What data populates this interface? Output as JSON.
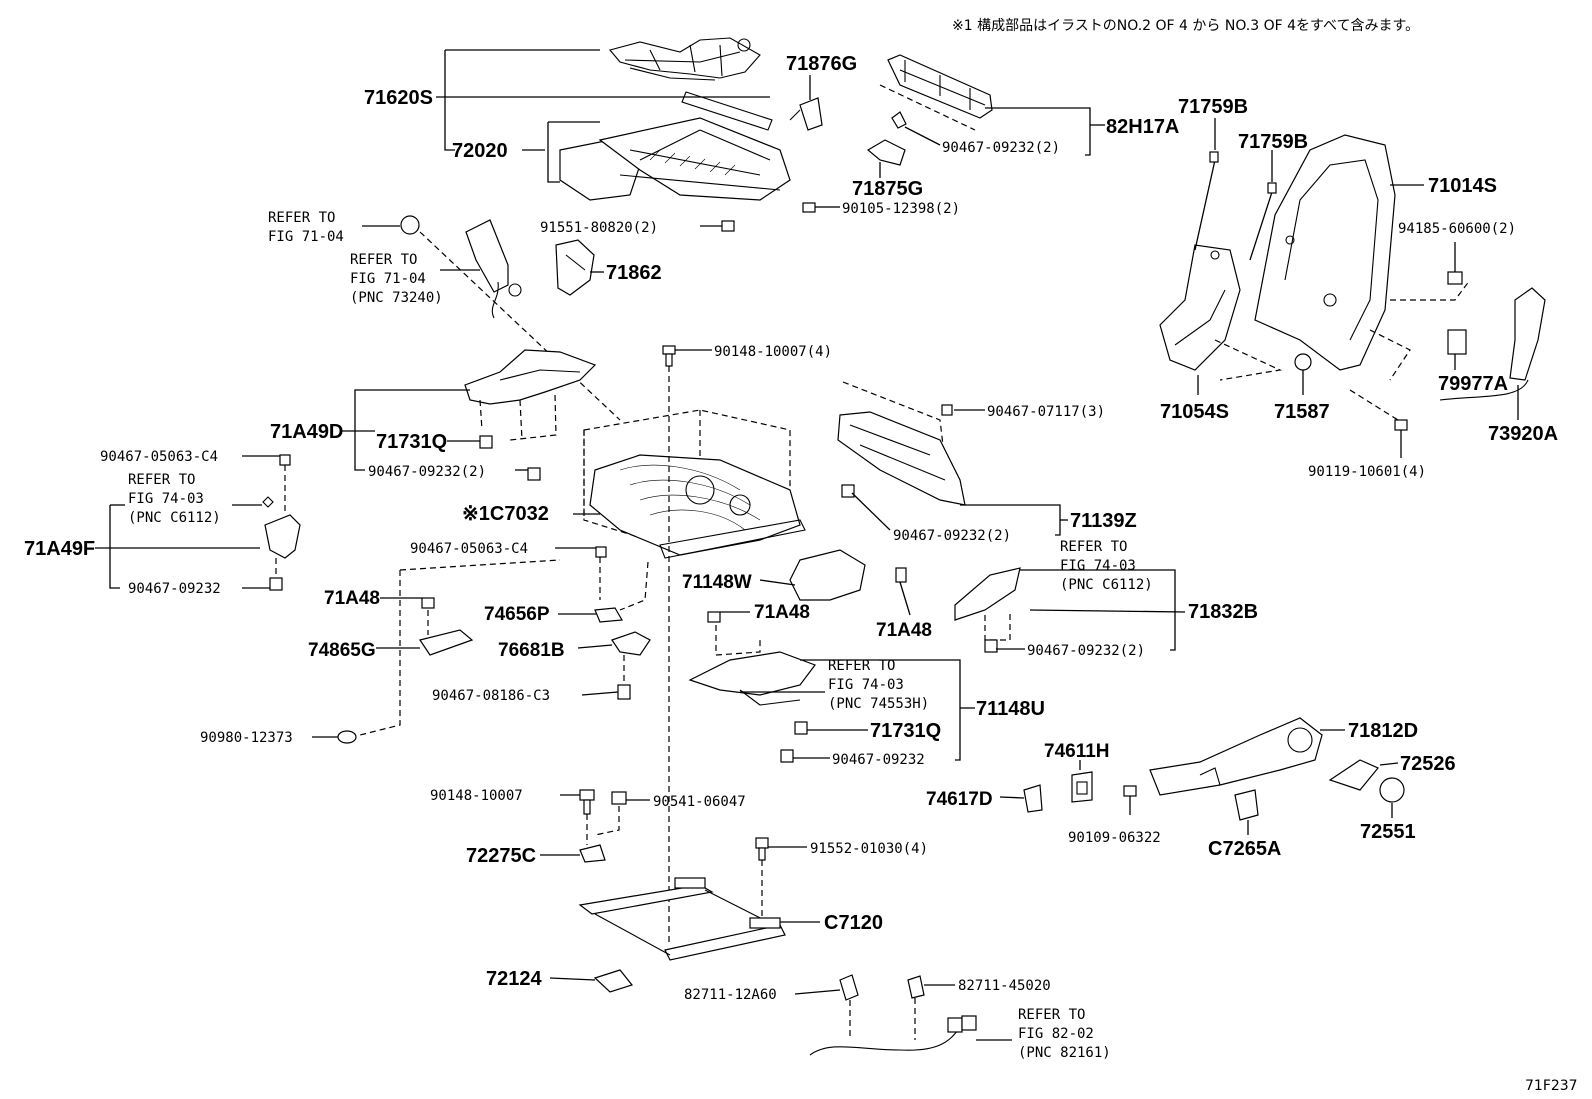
{
  "note": "※1 構成部品はイラストのNO.2 OF 4 から NO.3 OF 4をすべて含みます。",
  "figure_code": "71F237",
  "callouts": {
    "p71620S": "71620S",
    "p72020": "72020",
    "p71876G": "71876G",
    "p82H17A": "82H17A",
    "p90467_09232_2a": "90467-09232(2)",
    "p71875G": "71875G",
    "p90105_12398_2": "90105-12398(2)",
    "p91551_80820_2": "91551-80820(2)",
    "p71862": "71862",
    "p71759B_a": "71759B",
    "p71759B_b": "71759B",
    "p71014S": "71014S",
    "p94185_60600_2": "94185-60600(2)",
    "p79977A": "79977A",
    "p73920A": "73920A",
    "p71054S": "71054S",
    "p71587": "71587",
    "p90119_10601_4": "90119-10601(4)",
    "p90148_10007_4": "90148-10007(4)",
    "p90467_07117_3": "90467-07117(3)",
    "p71A49D": "71A49D",
    "p71731Q_a": "71731Q",
    "p90467_09232_2b": "90467-09232(2)",
    "p90467_05063_C4_a": "90467-05063-C4",
    "pC7032": "※1C7032",
    "p71A49F": "71A49F",
    "p90467_09232_a": "90467-09232",
    "p90467_05063_C4_b": "90467-05063-C4",
    "p71139Z": "71139Z",
    "p90467_09232_2c": "90467-09232(2)",
    "p71148W": "71148W",
    "p71A48_a": "71A48",
    "p71A48_b": "71A48",
    "p71A48_c": "71A48",
    "p74656P": "74656P",
    "p74865G": "74865G",
    "p76681B": "76681B",
    "p90467_08186_C3": "90467-08186-C3",
    "p90980_12373": "90980-12373",
    "p71832B": "71832B",
    "p90467_09232_2d": "90467-09232(2)",
    "p71148U": "71148U",
    "p71731Q_b": "71731Q",
    "p90467_09232_b": "90467-09232",
    "p74611H": "74611H",
    "p74617D": "74617D",
    "p90109_06322": "90109-06322",
    "pC7265A": "C7265A",
    "p71812D": "71812D",
    "p72526": "72526",
    "p72551": "72551",
    "p90148_10007": "90148-10007",
    "p90541_06047": "90541-06047",
    "p72275C": "72275C",
    "p91552_01030_4": "91552-01030(4)",
    "pC7120": "C7120",
    "p72124": "72124",
    "p82711_12A60": "82711-12A60",
    "p82711_45020": "82711-45020"
  },
  "references": {
    "r1": {
      "line1": "REFER TO",
      "line2": "FIG 71-04",
      "line3": ""
    },
    "r2": {
      "line1": "REFER TO",
      "line2": "FIG 71-04",
      "line3": "(PNC 73240)"
    },
    "r3": {
      "line1": "REFER TO",
      "line2": "FIG 74-03",
      "line3": "(PNC C6112)"
    },
    "r4": {
      "line1": "REFER TO",
      "line2": "FIG 74-03",
      "line3": "(PNC C6112)"
    },
    "r5": {
      "line1": "REFER TO",
      "line2": "FIG 74-03",
      "line3": "(PNC 74553H)"
    },
    "r6": {
      "line1": "REFER TO",
      "line2": "FIG 82-02",
      "line3": "(PNC 82161)"
    }
  }
}
